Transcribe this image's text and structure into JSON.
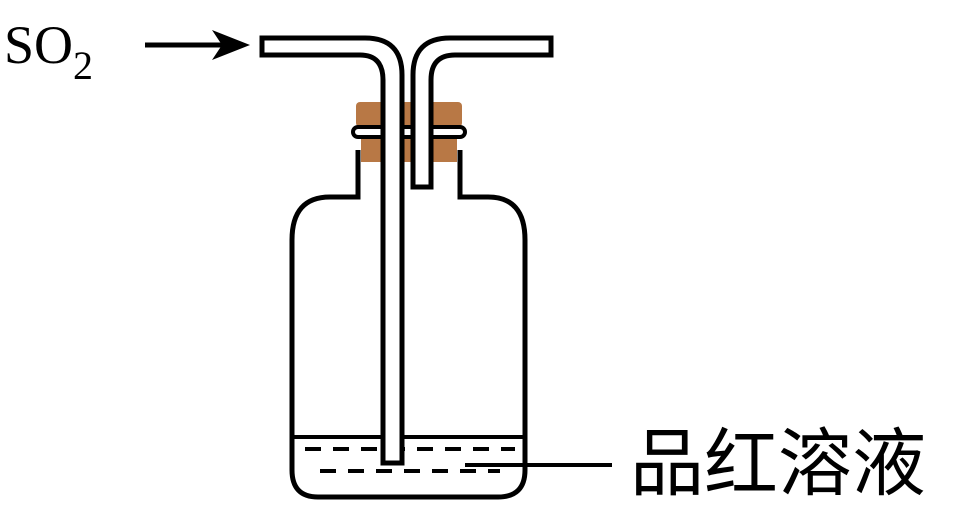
{
  "gas_label": {
    "main": "SO",
    "subscript": "2"
  },
  "solution_label": "品红溶液",
  "colors": {
    "stopper": "#b87845",
    "line": "#000000"
  }
}
